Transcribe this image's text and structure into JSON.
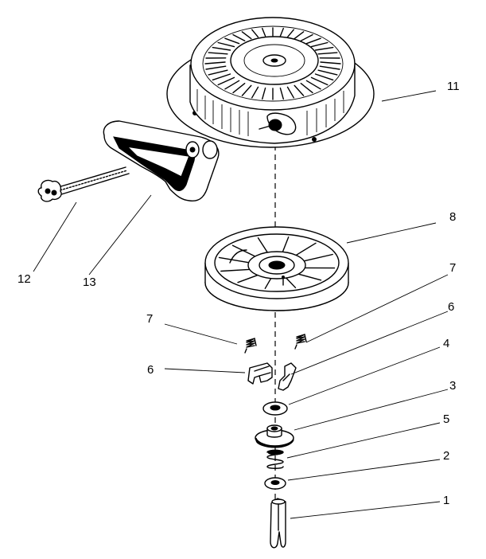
{
  "diagram": {
    "labels": {
      "p1": "1",
      "p2": "2",
      "p3": "3",
      "p4": "4",
      "p5": "5",
      "p6_left": "6",
      "p6_right": "6",
      "p7_left": "7",
      "p7_right": "7",
      "p8": "8",
      "p11": "11",
      "p12": "12",
      "p13": "13"
    }
  }
}
